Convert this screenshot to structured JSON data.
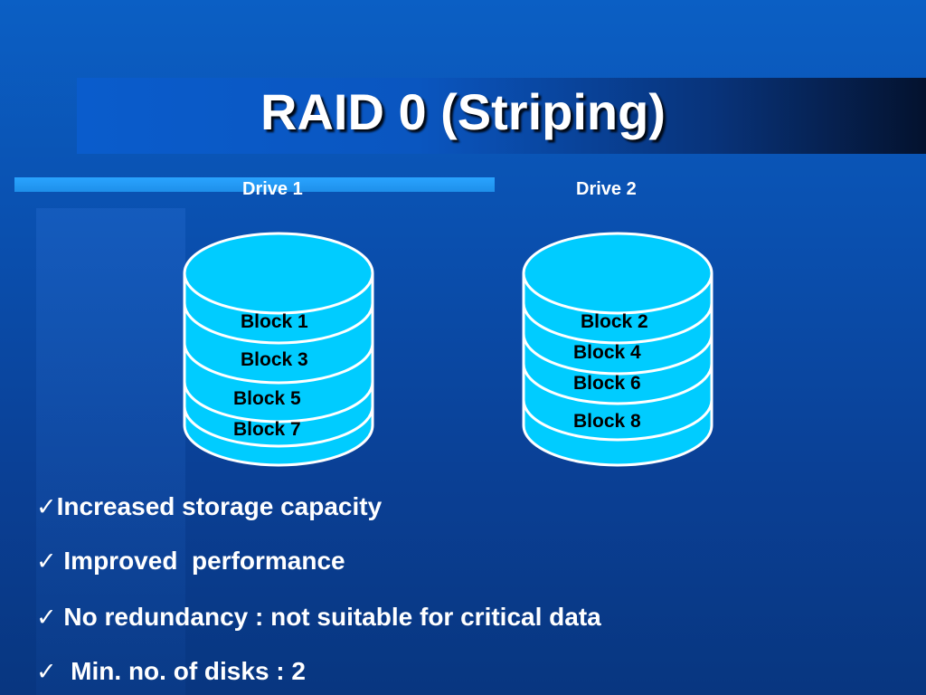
{
  "slide": {
    "title": "RAID 0 (Striping)"
  },
  "drives": [
    {
      "label": "Drive 1",
      "blocks": [
        "Block 1",
        "Block 3",
        "Block 5",
        "Block 7"
      ]
    },
    {
      "label": "Drive 2",
      "blocks": [
        "Block 2",
        "Block 4",
        "Block 6",
        "Block 8"
      ]
    }
  ],
  "bullets": [
    {
      "check": "✓",
      "text": "Increased storage capacity"
    },
    {
      "check": "✓",
      "text": " Improved  performance"
    },
    {
      "check": "✓",
      "text": " No redundancy : not suitable for critical data"
    },
    {
      "check": "✓",
      "text": "  Min. no. of disks : 2"
    }
  ],
  "colors": {
    "disk_fill": "#00ccff",
    "disk_outline": "#ffffff",
    "background": "#0a4fae"
  }
}
